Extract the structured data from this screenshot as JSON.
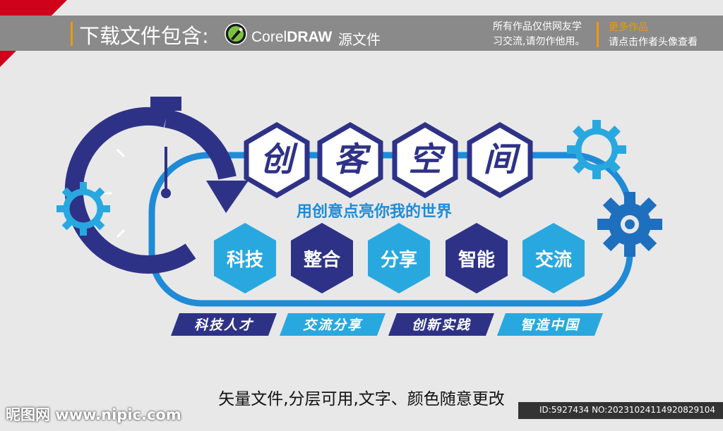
{
  "banner": {
    "title": "下载文件包含:",
    "app_brand_light": "Corel",
    "app_brand_bold": "DRAW",
    "source_label": "源文件",
    "notice_line1": "所有作品仅供网友学",
    "notice_line2": "习交流,请勿作他用。",
    "more_title": "更多作品",
    "more_sub": "请点击作者头像查看"
  },
  "design": {
    "title_chars": [
      "创",
      "客",
      "空",
      "间"
    ],
    "slogan": "用创意点亮你我的世界",
    "hex_items": [
      "科技",
      "整合",
      "分享",
      "智能",
      "交流"
    ],
    "tags": [
      "科技人才",
      "交流分享",
      "创新实践",
      "智造中国"
    ]
  },
  "caption": "矢量文件,分层可用,文字、颜色随意更改",
  "footer": {
    "site": "昵图网 www.nipic.com",
    "id_text": "ID:5927434 NO:20231024114920829104"
  },
  "colors": {
    "navy": "#2e3287",
    "blue": "#1f8bd6",
    "light_blue": "#29a8e0",
    "orange": "#f39800",
    "red": "#d0021b"
  }
}
